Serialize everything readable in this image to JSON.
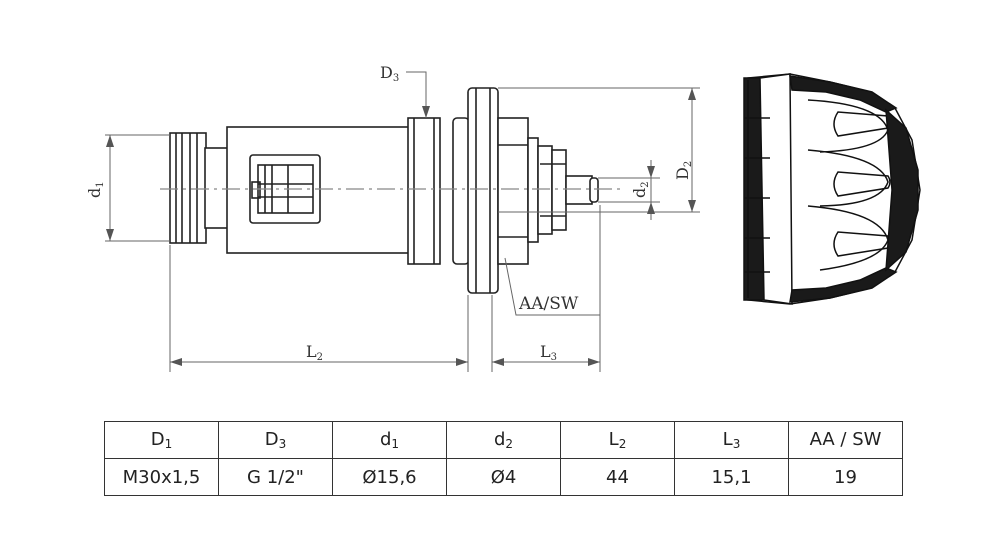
{
  "dimension_labels": {
    "d1": {
      "base": "d",
      "sub": "1"
    },
    "d2": {
      "base": "d",
      "sub": "2"
    },
    "D2": {
      "base": "D",
      "sub": "2"
    },
    "D3": {
      "base": "D",
      "sub": "3"
    },
    "L2": {
      "base": "L",
      "sub": "2"
    },
    "L3": {
      "base": "L",
      "sub": "3"
    },
    "aa_sw": "AA/SW"
  },
  "table": {
    "headers": [
      {
        "base": "D",
        "sub": "1"
      },
      {
        "base": "D",
        "sub": "3"
      },
      {
        "base": "d",
        "sub": "1"
      },
      {
        "base": "d",
        "sub": "2"
      },
      {
        "base": "L",
        "sub": "2"
      },
      {
        "base": "L",
        "sub": "3"
      },
      {
        "base": "AA / SW",
        "sub": ""
      }
    ],
    "values": [
      "M30x1,5",
      "G 1/2\"",
      "Ø15,6",
      "Ø4",
      "44",
      "15,1",
      "19"
    ]
  },
  "colors": {
    "line": "#222222",
    "dim_line": "#666666"
  }
}
